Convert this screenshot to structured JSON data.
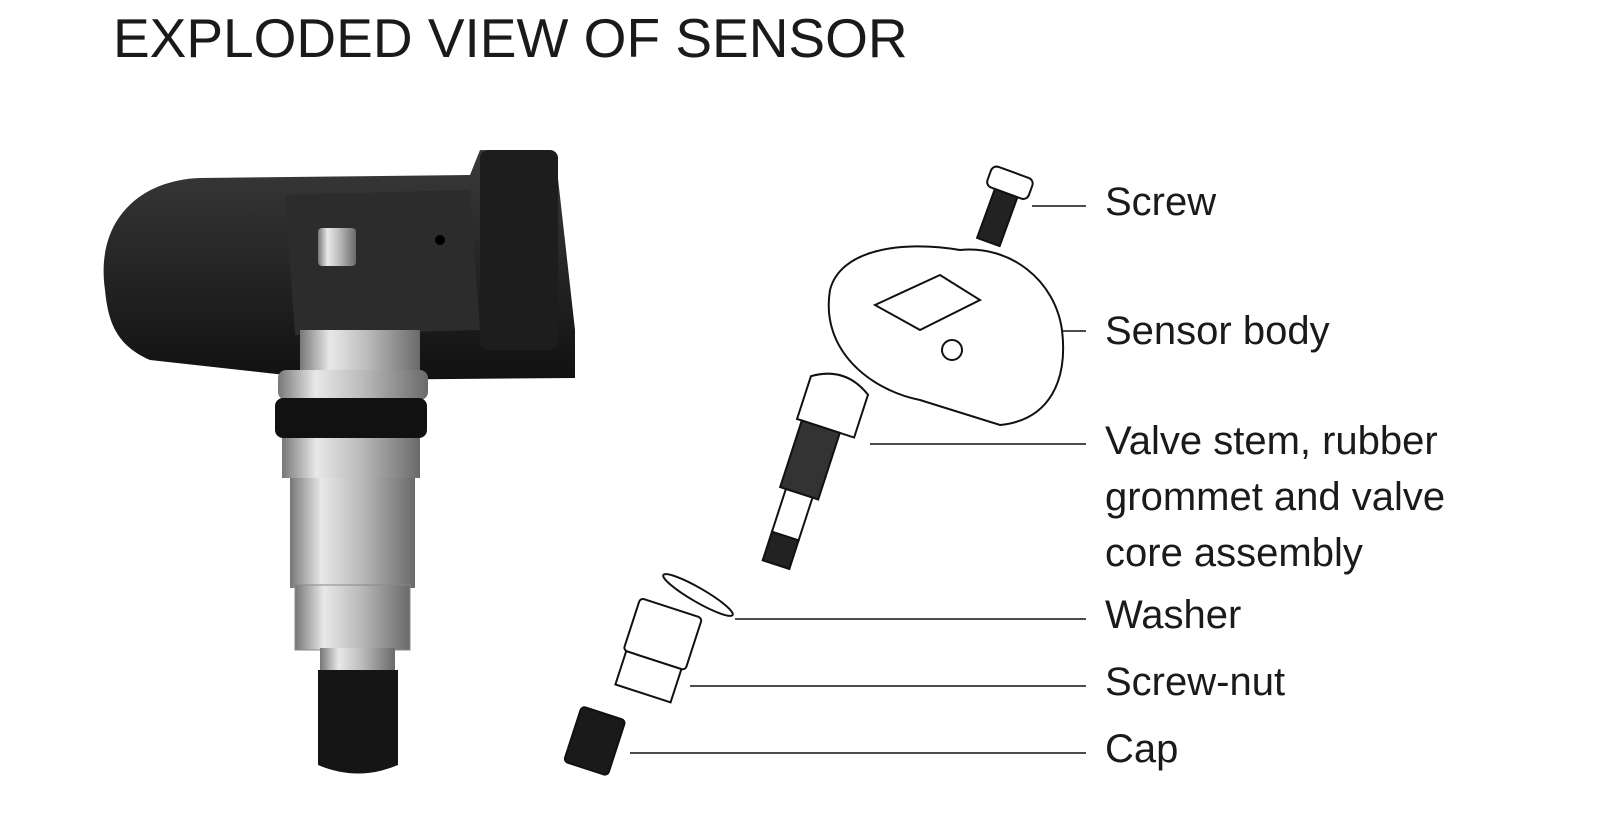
{
  "title": "EXPLODED VIEW OF SENSOR",
  "labels": {
    "screw": "Screw",
    "sensor_body": "Sensor body",
    "valve_line1": "Valve stem, rubber",
    "valve_line2": "grommet and valve",
    "valve_line3": "core assembly",
    "washer": "Washer",
    "screw_nut": "Screw-nut",
    "cap": "Cap"
  }
}
